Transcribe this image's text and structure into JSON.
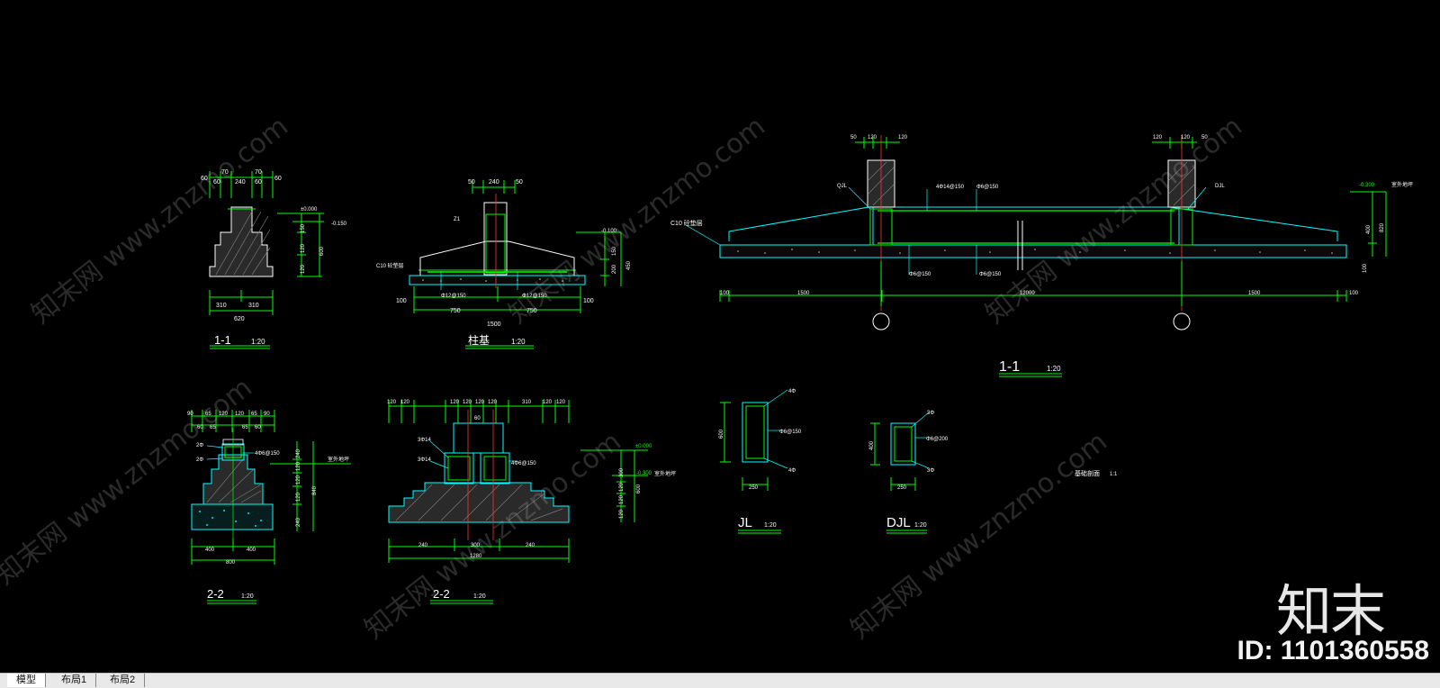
{
  "watermark": {
    "text": "知末网 www.znzmo.com",
    "logo": "知末",
    "id_label": "ID: 1101360558"
  },
  "tabs": [
    {
      "label": "模型",
      "active": true
    },
    {
      "label": "布局1",
      "active": false
    },
    {
      "label": "布局2",
      "active": false
    }
  ],
  "drawing": {
    "d1": {
      "title": "1-1",
      "scale": "1:20",
      "dims_top": [
        "60",
        "60",
        "240",
        "60",
        "60"
      ],
      "dims_top2": [
        "70",
        "70"
      ],
      "dims_bottom": [
        "310",
        "310"
      ],
      "total": "620",
      "elev": [
        "±0.000",
        "-0.150"
      ],
      "vert": [
        "150",
        "120",
        "120",
        "600"
      ]
    },
    "d2": {
      "title": "柱基",
      "scale": "1:20",
      "dims_top": [
        "50",
        "240",
        "50"
      ],
      "label_zone": "C10 砼垫层",
      "label_z": "Z1",
      "rebar": [
        "Φ12@150",
        "Φ12@150"
      ],
      "dims_bottom": [
        "750",
        "750"
      ],
      "total": "1500",
      "side": [
        "100",
        "100"
      ],
      "elev": "-0.100",
      "vert": [
        "150",
        "200",
        "450"
      ]
    },
    "d3": {
      "title": "1-1",
      "scale": "1:20",
      "dims_top_l": [
        "50",
        "120",
        "120"
      ],
      "dims_top_r": [
        "120",
        "120",
        "50"
      ],
      "labels": [
        "QJL",
        "4Φ14@150",
        "Φ6@150",
        "DJL"
      ],
      "bottom_labels": [
        "Φ6@150",
        "Φ6@150"
      ],
      "label_zone": "C10 砼垫层",
      "dims_bottom": [
        "100",
        "1500",
        "12000",
        "1500",
        "100"
      ],
      "elev": "-0.300",
      "elev_note": "室外地坪",
      "vert": [
        "400",
        "820",
        "100"
      ]
    },
    "d4": {
      "title": "2-2",
      "scale": "1:20",
      "dims_top": [
        "90",
        "65",
        "120",
        "120",
        "65",
        "90"
      ],
      "dims_top2": [
        "60",
        "65",
        "65",
        "60"
      ],
      "labels": [
        "2Φ",
        "2Φ",
        "4Φ6@150"
      ],
      "note": "室外地坪",
      "vert": [
        "240",
        "120",
        "120",
        "120",
        "240",
        "840"
      ],
      "dims_bottom": [
        "400",
        "400"
      ],
      "total": "800"
    },
    "d5": {
      "title": "2-2",
      "scale": "1:20",
      "dims_top": [
        "120",
        "120",
        "120",
        "120",
        "120",
        "120",
        "310",
        "120",
        "120"
      ],
      "center": "60",
      "labels": [
        "3Φ14",
        "3Φ14",
        "4Φ6@150"
      ],
      "elev": [
        "±0.000",
        "-0.300"
      ],
      "elev_note": "室外地坪",
      "vert": [
        "300",
        "120",
        "120",
        "120",
        "600"
      ],
      "dims_bottom": [
        "240",
        "300",
        "240"
      ],
      "total": "1280"
    },
    "jl": {
      "title": "JL",
      "scale": "1:20",
      "labels": [
        "4Φ",
        "Φ6@150",
        "4Φ"
      ],
      "height": "600",
      "width": "250"
    },
    "djl": {
      "title": "DJL",
      "scale": "1:20",
      "labels": [
        "3Φ",
        "Φ6@200",
        "3Φ"
      ],
      "height": "400",
      "width": "250"
    },
    "note": {
      "text": "基础剖面",
      "scale": "1:1"
    }
  }
}
